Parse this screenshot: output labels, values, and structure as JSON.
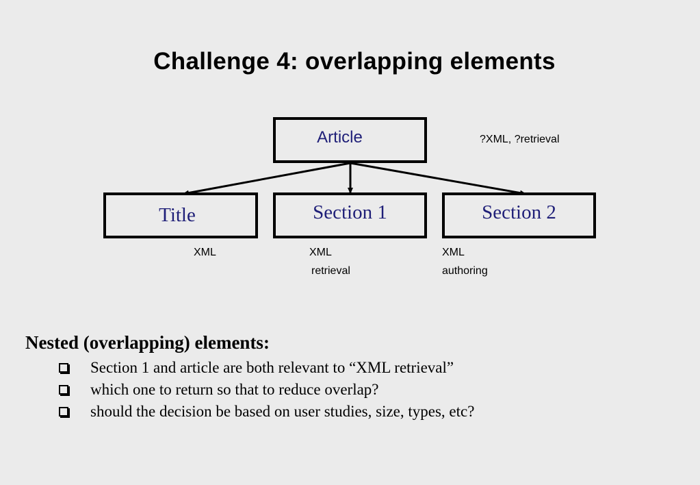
{
  "slide": {
    "title": "Challenge 4: overlapping elements"
  },
  "diagram": {
    "root": {
      "label": "Article",
      "note": "?XML, ?retrieval"
    },
    "children": [
      {
        "label": "Title",
        "tags": [
          "XML"
        ]
      },
      {
        "label": "Section 1",
        "tags": [
          "XML",
          "retrieval"
        ]
      },
      {
        "label": "Section 2",
        "tags": [
          "XML",
          "authoring"
        ]
      }
    ]
  },
  "text": {
    "heading": "Nested (overlapping) elements:",
    "bullets": [
      "Section 1 and article are both relevant to “XML retrieval”",
      "which one to return so that to reduce overlap?",
      "should the decision be based on user studies, size, types, etc?"
    ],
    "bullet_icon": "checkbox-icon"
  }
}
